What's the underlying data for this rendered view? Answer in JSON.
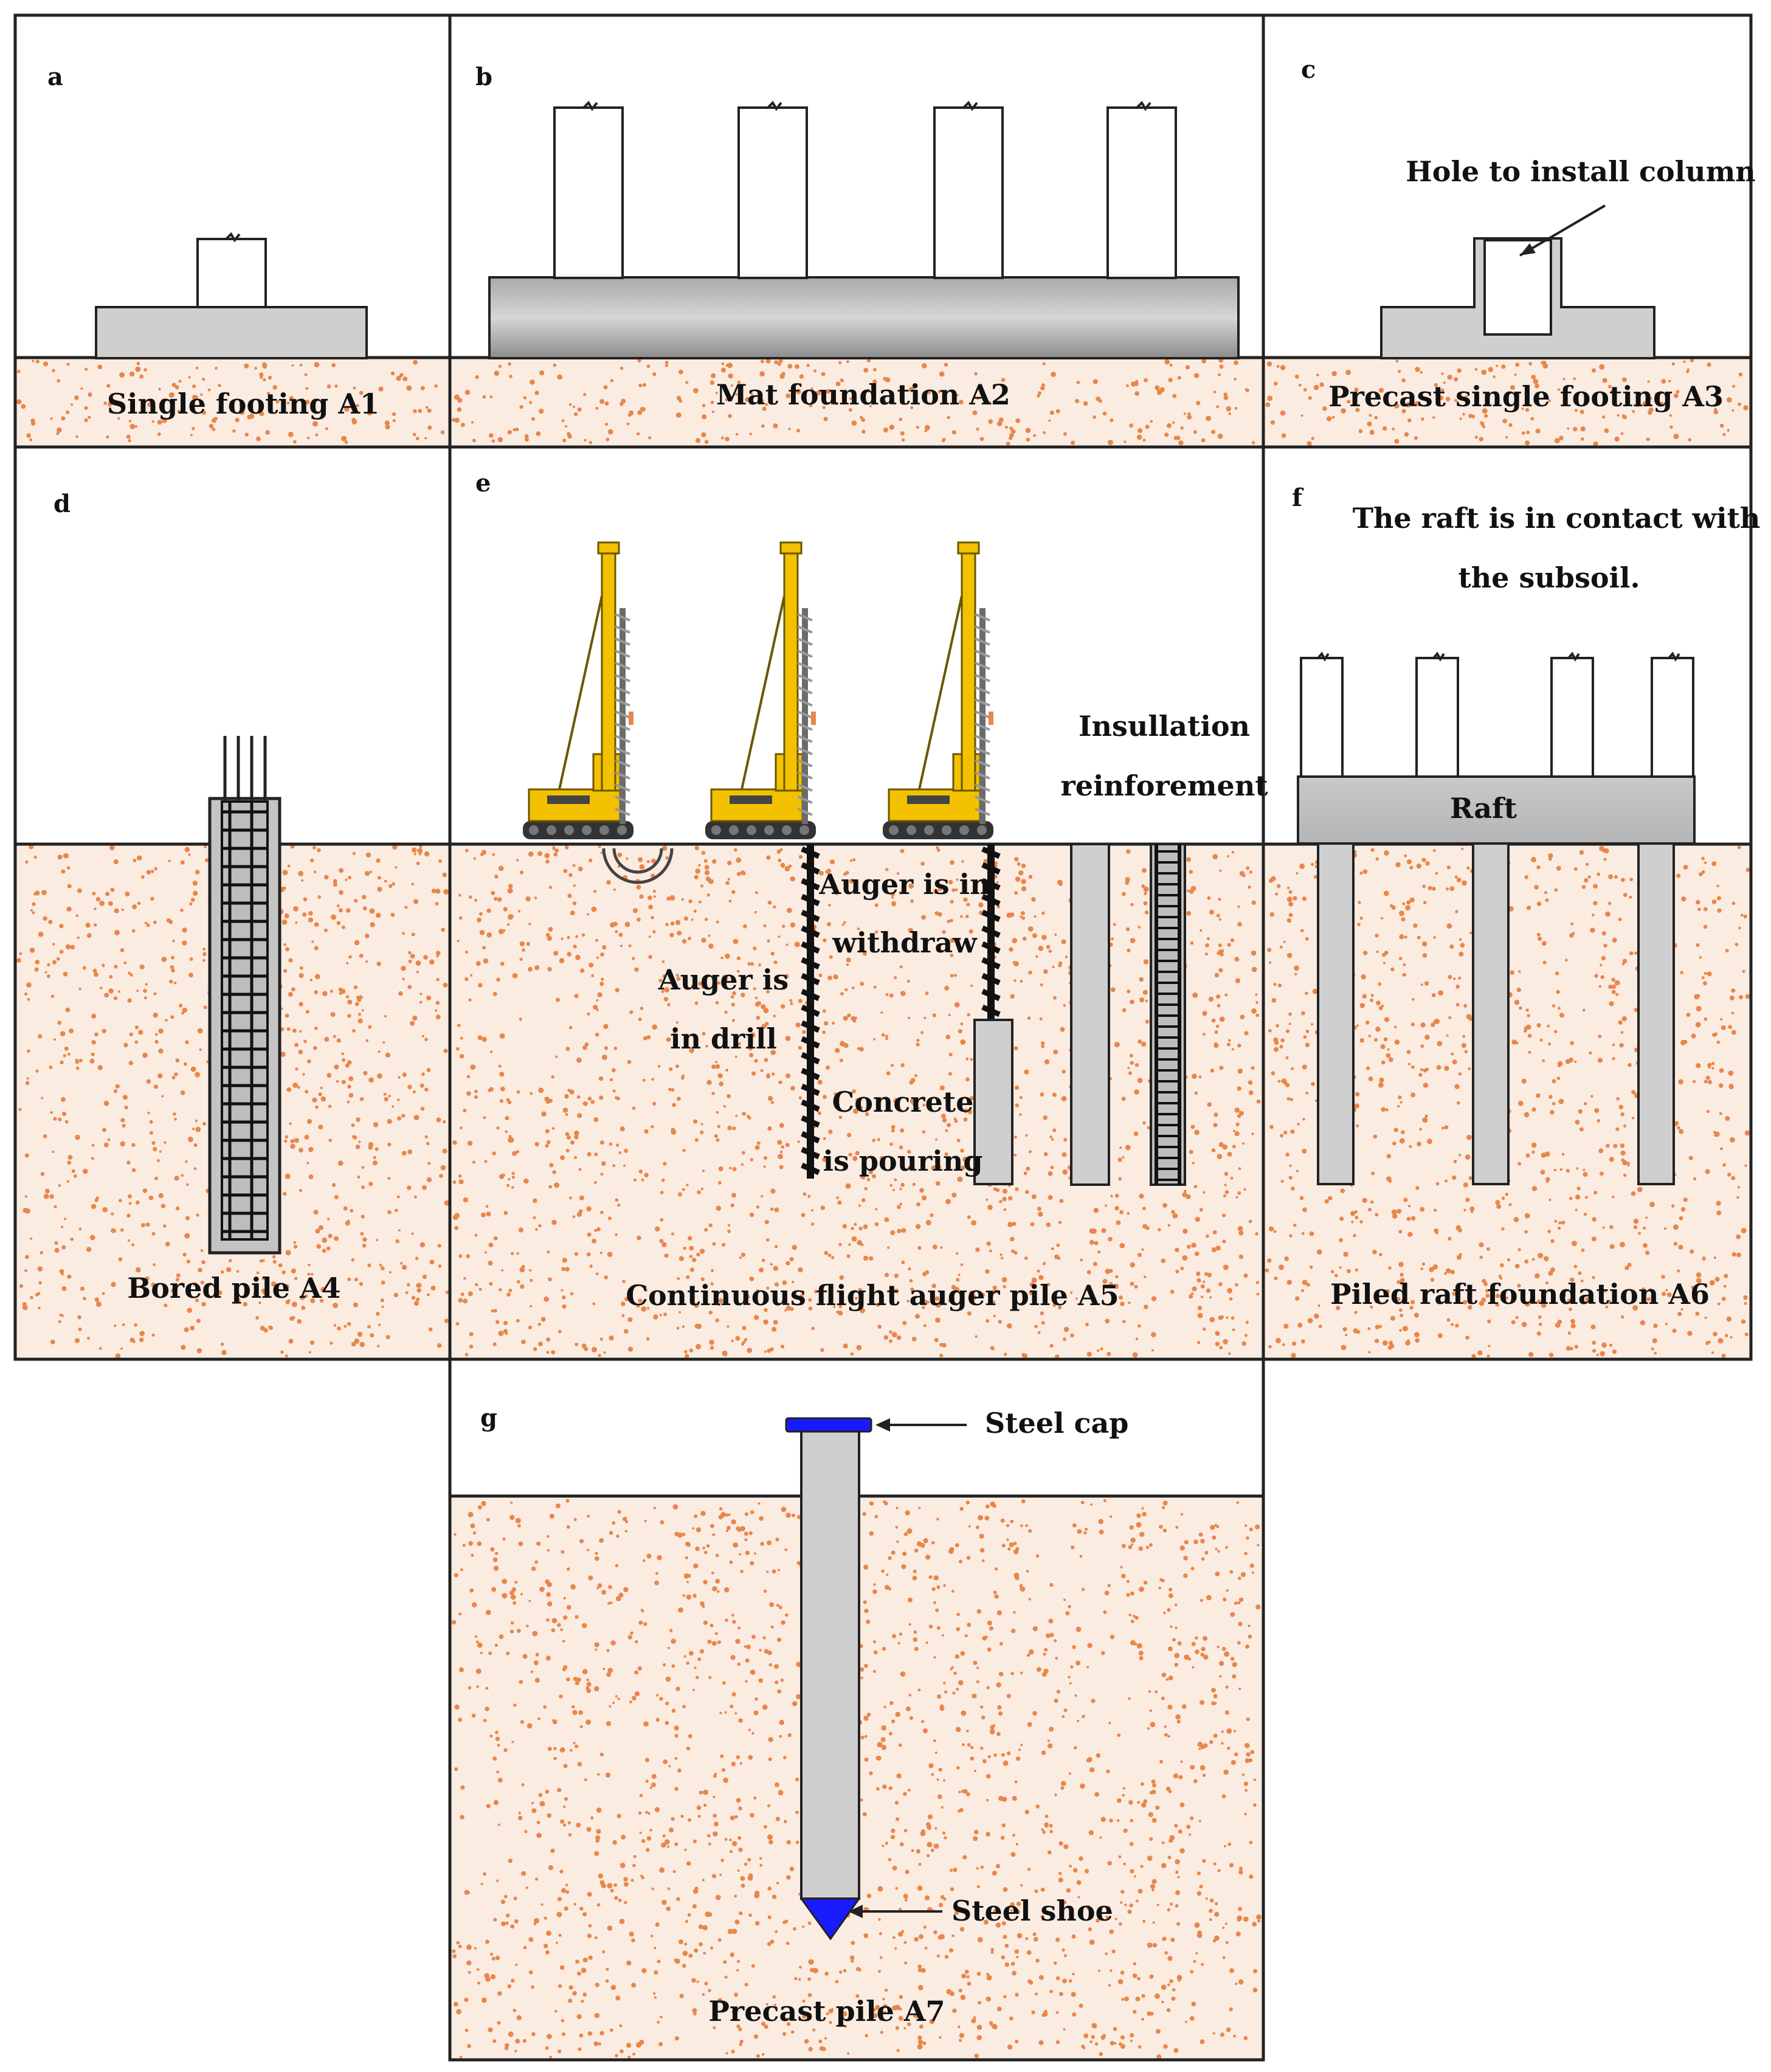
{
  "colors": {
    "soil_bg": "#fbece2",
    "soil_dot": "#e8874a",
    "concrete": "#cfcfcf",
    "concrete_dark": "#8f8f8f",
    "steel_blue": "#1a1aff",
    "rig_yellow": "#f2c200",
    "outline": "#222222"
  },
  "panels": {
    "a": {
      "letter": "a",
      "caption": "Single footing A1"
    },
    "b": {
      "letter": "b",
      "caption": "Mat foundation A2"
    },
    "c": {
      "letter": "c",
      "caption": "Precast single footing A3",
      "note": "Hole to install column"
    },
    "d": {
      "letter": "d",
      "caption": "Bored pile A4"
    },
    "e": {
      "letter": "e",
      "caption": "Continuous flight auger pile A5",
      "drill_1": "Auger is",
      "drill_2": "in drill",
      "withdraw_1": "Auger is in",
      "withdraw_2": "withdraw",
      "pour_1": "Concrete",
      "pour_2": "is pouring",
      "insul_1": "Insullation",
      "insul_2": "reinforement"
    },
    "f": {
      "letter": "f",
      "caption": "Piled raft foundation A6",
      "note_1": "The raft is in contact with",
      "note_2": "the subsoil.",
      "raft": "Raft"
    },
    "g": {
      "letter": "g",
      "caption": "Precast pile A7",
      "cap": "Steel cap",
      "shoe": "Steel shoe"
    }
  }
}
